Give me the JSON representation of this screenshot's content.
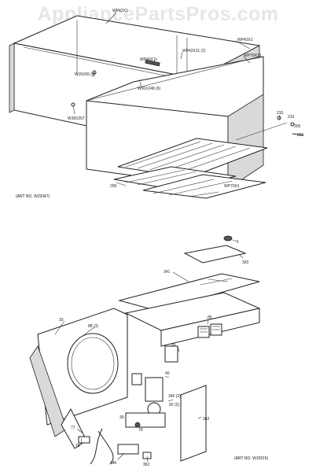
{
  "watermark": "AppliancePartsPros.com",
  "top_assembly": {
    "art_no": "(ART NO. WJ9347)",
    "callouts": {
      "wp42x1_top": "WP42X1",
      "wp42x1_right": "WP42X1",
      "wp70x21": "WP70X21",
      "wp40x7": "WP40X7",
      "wp42x11": "WP42X11 (2)",
      "wj5x55": "WJ5X55 (6)",
      "wj6x248": "WJ6X248 (6)",
      "wj8x257": "WJ8X257",
      "n215": "215",
      "n210": "210",
      "n205": "205",
      "n220": "220",
      "n200": "200",
      "wp70x1": "WP70X1"
    }
  },
  "bottom_assembly": {
    "art_no": "(ART NO. WJ9315)",
    "callouts": {
      "n1": "1",
      "n320": "320",
      "n341": "341",
      "n33": "33",
      "n88": "88 (3)",
      "n85": "85",
      "n95": "95",
      "n40": "40",
      "n340": "340 (2)",
      "n342": "342",
      "n92": "92 (2)",
      "n79": "79",
      "n30": "30",
      "n77": "77",
      "n78": "78",
      "n340b": "340",
      "n362": "362"
    }
  }
}
